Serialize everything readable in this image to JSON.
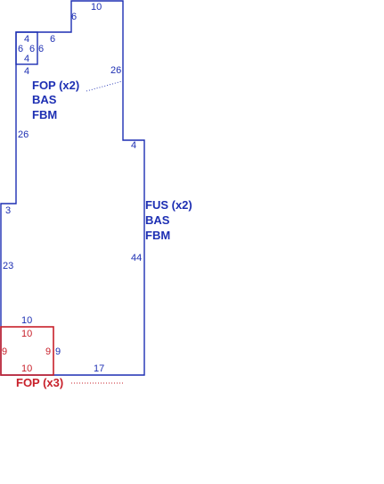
{
  "colors": {
    "main_outline": "#1d2fb3",
    "highlight_outline": "#c8202a"
  },
  "main_piece": {
    "dimensions": {
      "top_a": "6",
      "top_b": "10",
      "step_top": "6",
      "upper_right": "26",
      "left_upper": "26",
      "notch": "4",
      "step_right": "4",
      "left_small": "3",
      "left_lower": "23",
      "right_lower": "44",
      "bottom_top": "10",
      "bottom": "17"
    },
    "labels": {
      "upper": [
        "FOP (x2)",
        "BAS",
        "FBM"
      ],
      "right": [
        "FUS (x2)",
        "BAS",
        "FBM"
      ]
    }
  },
  "small_square": {
    "dimensions": {
      "top": "4",
      "left": "6",
      "right": "6",
      "bottom": "4",
      "outer_right": "6",
      "below": "4"
    }
  },
  "red_square": {
    "dimensions": {
      "top": "10",
      "left": "9",
      "right": "9",
      "outer_right": "9",
      "bottom": "10"
    },
    "label": "FOP (x3)"
  }
}
